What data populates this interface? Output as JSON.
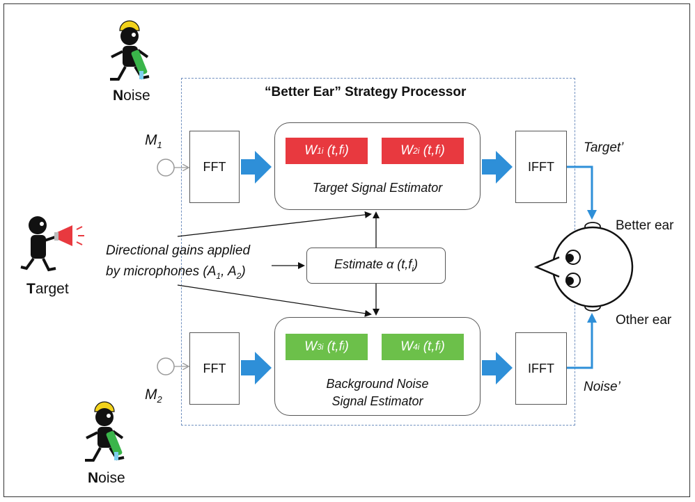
{
  "processor": {
    "title": "“Better Ear” Strategy Processor"
  },
  "mics": {
    "m1_letter": "M",
    "m1_sub": "1",
    "m2_letter": "M",
    "m2_sub": "2"
  },
  "blocks": {
    "fft_top": "FFT",
    "fft_bottom": "FFT",
    "ifft_top": "IFFT",
    "ifft_bottom": "IFFT"
  },
  "estimators": {
    "target": {
      "label": "Target Signal Estimator",
      "w1": {
        "letter": "W",
        "sub": "1i",
        "args": "(t,f",
        "argsub": "i",
        "close": ")"
      },
      "w2": {
        "letter": "W",
        "sub": "2i",
        "args": "(t,f",
        "argsub": "i",
        "close": ")"
      }
    },
    "noise": {
      "label_line1": "Background Noise",
      "label_line2": "Signal Estimator",
      "w3": {
        "letter": "W",
        "sub": "3i",
        "args": "(t,f",
        "argsub": "i",
        "close": ")"
      },
      "w4": {
        "letter": "W",
        "sub": "4i",
        "args": "(t,f",
        "argsub": "i",
        "close": ")"
      }
    },
    "alpha": {
      "text": "Estimate α (t,f",
      "sub": "i",
      "close": ")"
    }
  },
  "annotation": {
    "line1": "Directional gains applied",
    "line2_pre": "by microphones (A",
    "sub1": "1",
    "mid": ", A",
    "sub2": "2",
    "close": ")"
  },
  "outputs": {
    "target": "Target’",
    "noise": "Noise’"
  },
  "head": {
    "better_ear": "Better ear",
    "other_ear": "Other ear"
  },
  "actors": {
    "noise_top": {
      "first": "N",
      "rest": "oise"
    },
    "target": {
      "first": "T",
      "rest": "arget"
    },
    "noise_bottom": {
      "first": "N",
      "rest": "oise"
    }
  },
  "colors": {
    "arrow_blue": "#2e8fd8",
    "red_chip": "#e8393f",
    "green_chip": "#6cc04a",
    "dashed_border": "#6f8fbf"
  }
}
